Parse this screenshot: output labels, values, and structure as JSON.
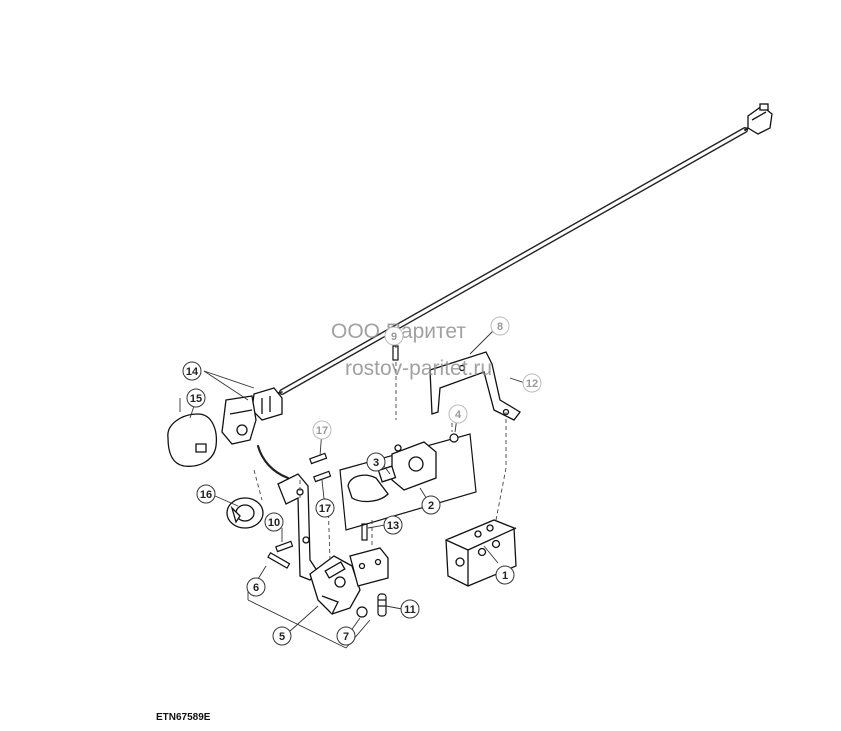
{
  "watermark": {
    "line1": "ООО Паритет",
    "line2": "rostov-paritet.ru"
  },
  "figure_id": "ETN67589E",
  "callouts": [
    {
      "id": "c1",
      "label": "1",
      "style": "dark"
    },
    {
      "id": "c2",
      "label": "2",
      "style": "dark"
    },
    {
      "id": "c3",
      "label": "3",
      "style": "dark"
    },
    {
      "id": "c4",
      "label": "4",
      "style": "grey"
    },
    {
      "id": "c5",
      "label": "5",
      "style": "dark"
    },
    {
      "id": "c6",
      "label": "6",
      "style": "dark"
    },
    {
      "id": "c7",
      "label": "7",
      "style": "dark"
    },
    {
      "id": "c8",
      "label": "8",
      "style": "grey"
    },
    {
      "id": "c9",
      "label": "9",
      "style": "grey"
    },
    {
      "id": "c10",
      "label": "10",
      "style": "dark"
    },
    {
      "id": "c11",
      "label": "11",
      "style": "dark"
    },
    {
      "id": "c12",
      "label": "12",
      "style": "grey"
    },
    {
      "id": "c13",
      "label": "13",
      "style": "dark"
    },
    {
      "id": "c14",
      "label": "14",
      "style": "dark"
    },
    {
      "id": "c15",
      "label": "15",
      "style": "dark"
    },
    {
      "id": "c16",
      "label": "16",
      "style": "dark"
    },
    {
      "id": "c17a",
      "label": "17",
      "style": "grey"
    },
    {
      "id": "c17b",
      "label": "17",
      "style": "dark"
    }
  ]
}
